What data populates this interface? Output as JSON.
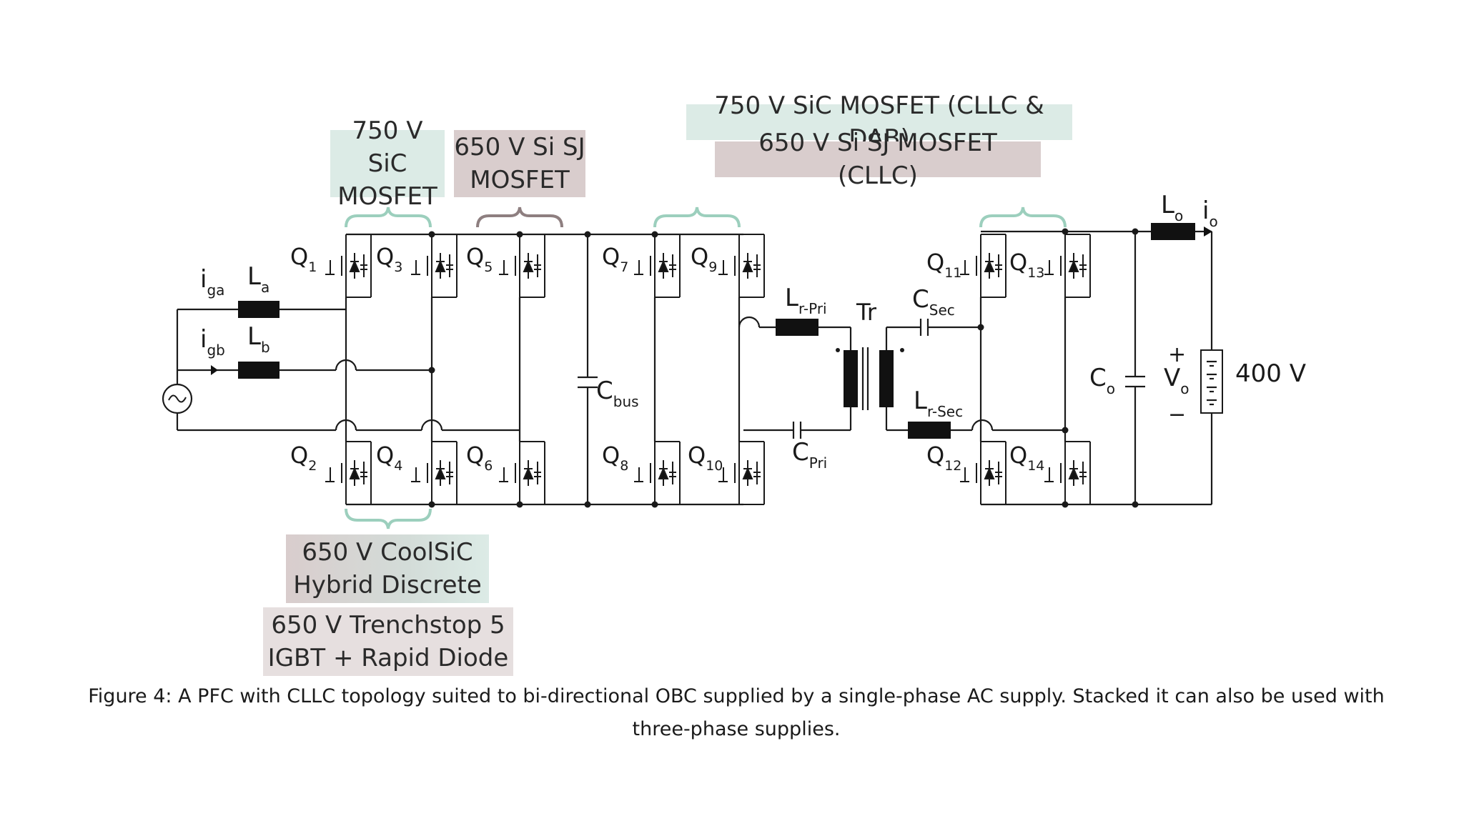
{
  "tags": {
    "sic_pfc": "750 V SiC\nMOSFET",
    "si_pfc": "650 V Si SJ\nMOSFET",
    "sic_dcdc": "750 V SiC MOSFET (CLLC & DAB)",
    "si_dcdc": "650 V Si SJ MOSFET (CLLC)",
    "coolsic": "650 V CoolSiC\nHybrid Discrete",
    "trenchstop": "650 V Trenchstop 5\nIGBT + Rapid Diode"
  },
  "labels": {
    "q1": "1",
    "q2": "2",
    "q3": "3",
    "q4": "4",
    "q5": "5",
    "q6": "6",
    "q7": "7",
    "q8": "8",
    "q9": "9",
    "q10": "10",
    "q11": "11",
    "q12": "12",
    "q13": "13",
    "q14": "14",
    "q_letter": "Q",
    "i_letter": "i",
    "iga_sub": "ga",
    "igb_sub": "gb",
    "l_letter": "L",
    "la_sub": "a",
    "lb_sub": "b",
    "c_letter": "C",
    "cbus_sub": "bus",
    "lrpri_sub": "r-Pri",
    "cpri_sub": "Pri",
    "tr": "Tr",
    "csec_sub": "Sec",
    "lrsec_sub": "r-Sec",
    "o_sub": "o",
    "v_letter": "V",
    "plus": "+",
    "minus": "−",
    "battery_voltage": "400 V"
  },
  "caption": "Figure 4: A PFC with CLLC topology suited to bi-directional OBC supplied by a single-phase AC supply. Stacked it can also be used with three-phase supplies."
}
